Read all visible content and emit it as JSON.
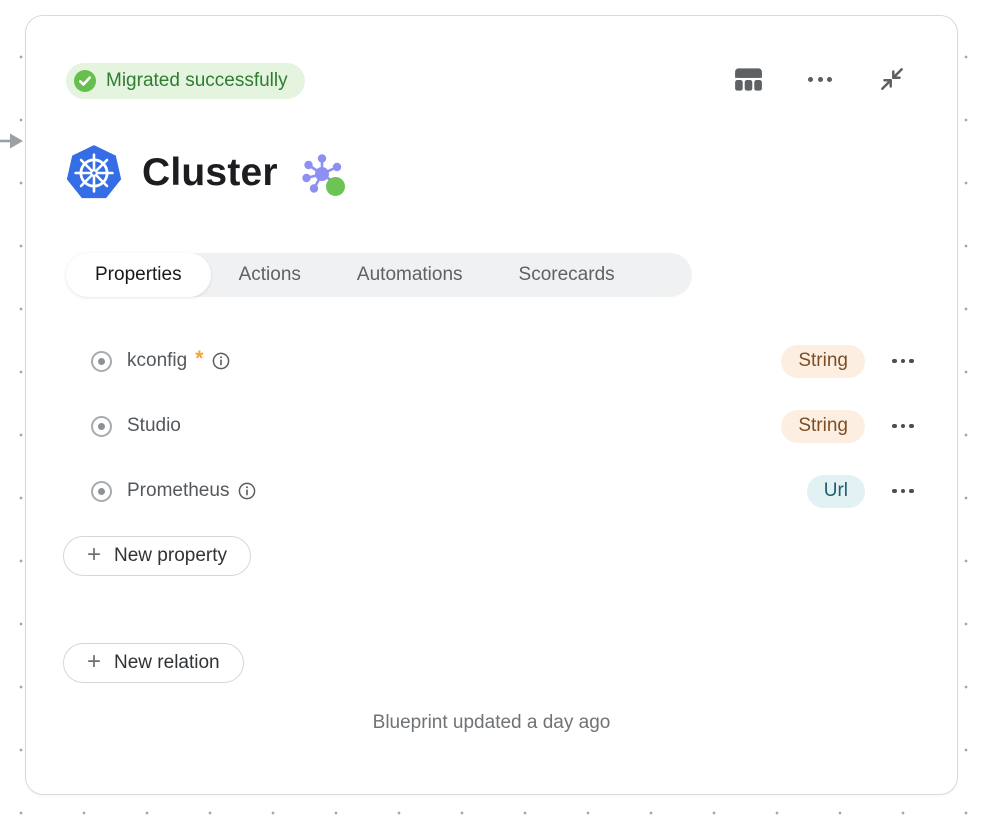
{
  "status_badge": {
    "label": "Migrated successfully",
    "bg": "#e4f4de",
    "text_color": "#2e7d33",
    "check_color": "#66bf4e"
  },
  "toolbar": {
    "icons": [
      "table-columns",
      "more",
      "collapse"
    ]
  },
  "title": {
    "text": "Cluster",
    "icons": [
      "kubernetes",
      "graph-node"
    ]
  },
  "tabs": [
    {
      "label": "Properties",
      "active": true
    },
    {
      "label": "Actions",
      "active": false
    },
    {
      "label": "Automations",
      "active": false
    },
    {
      "label": "Scorecards",
      "active": false
    }
  ],
  "properties": {
    "required_marker": "*",
    "rows": [
      {
        "name": "kconfig",
        "required": true,
        "has_info": true,
        "type": "String",
        "type_bg": "#fcefe2",
        "type_color": "#7d4e24"
      },
      {
        "name": "Studio",
        "required": false,
        "has_info": false,
        "type": "String",
        "type_bg": "#fcefe2",
        "type_color": "#7d4e24"
      },
      {
        "name": "Prometheus",
        "required": false,
        "has_info": true,
        "type": "Url",
        "type_bg": "#e2f1f4",
        "type_color": "#1f5f6d"
      }
    ]
  },
  "buttons": {
    "plus": "+",
    "new_property": "New property",
    "new_relation": "New relation"
  },
  "footer": {
    "text": "Blueprint updated a day ago"
  },
  "colors": {
    "kubernetes_blue": "#346de5",
    "node_purple": "#8e8ff2",
    "node_green": "#6cc455",
    "card_border": "#d9dadb",
    "tab_bg": "#f0f1f2",
    "canvas_dot": "#a6a6a6"
  }
}
